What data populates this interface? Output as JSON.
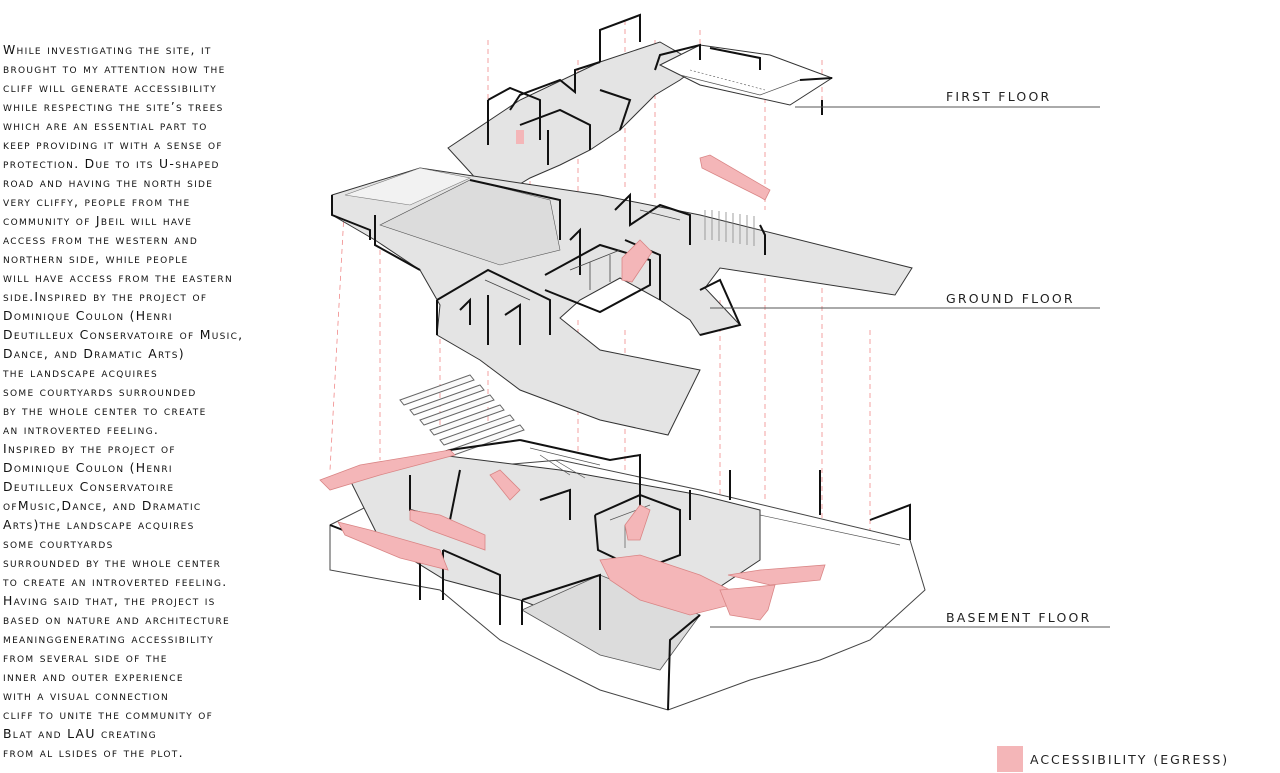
{
  "description_lines": [
    "While investigating the site, it",
    "brought to my attention how the",
    "cliff will generate accessibility",
    "while respecting the site’s trees",
    "which are an essential part to",
    "keep providing it with a sense of",
    "protection. Due to its U-shaped",
    "road and having the north side",
    "very cliffy, people from the",
    "community of Jbeil will have",
    "access from the western and",
    "northern side, while people",
    "will have access from the eastern",
    "side.Inspired by the project of",
    "Dominique Coulon (Henri",
    "Deutilleux Conservatoire of Music,",
    "Dance, and Dramatic Arts)",
    "the landscape acquires",
    "some courtyards surrounded",
    "by the whole center to create",
    "an introverted feeling.",
    "Inspired by the project of",
    "Dominique Coulon (Henri",
    "Deutilleux Conservatoire",
    "ofMusic,Dance, and Dramatic",
    "Arts)the landscape acquires",
    "some courtyards",
    "surrounded by the whole center",
    "to create an introverted feeling.",
    "Having said that, the project is",
    "based on nature and architecture",
    "meaninggenerating accessibility",
    "from several side of the",
    "inner and outer experience",
    "with a visual connection",
    "cliff to unite the community of",
    "Blat and LAU creating",
    "from al lsides of the plot."
  ],
  "floor_labels": {
    "first": "FIRST FLOOR",
    "ground": "GROUND FLOOR",
    "basement": "BASEMENT FLOOR"
  },
  "legend": {
    "label": "ACCESSIBILITY (EGRESS)",
    "color": "#f4b6b8"
  },
  "colors": {
    "floor_fill": "#e4e4e4",
    "wall_line": "#111111",
    "guide_line": "#f08a8a",
    "accessibility": "#f4b6b8"
  }
}
